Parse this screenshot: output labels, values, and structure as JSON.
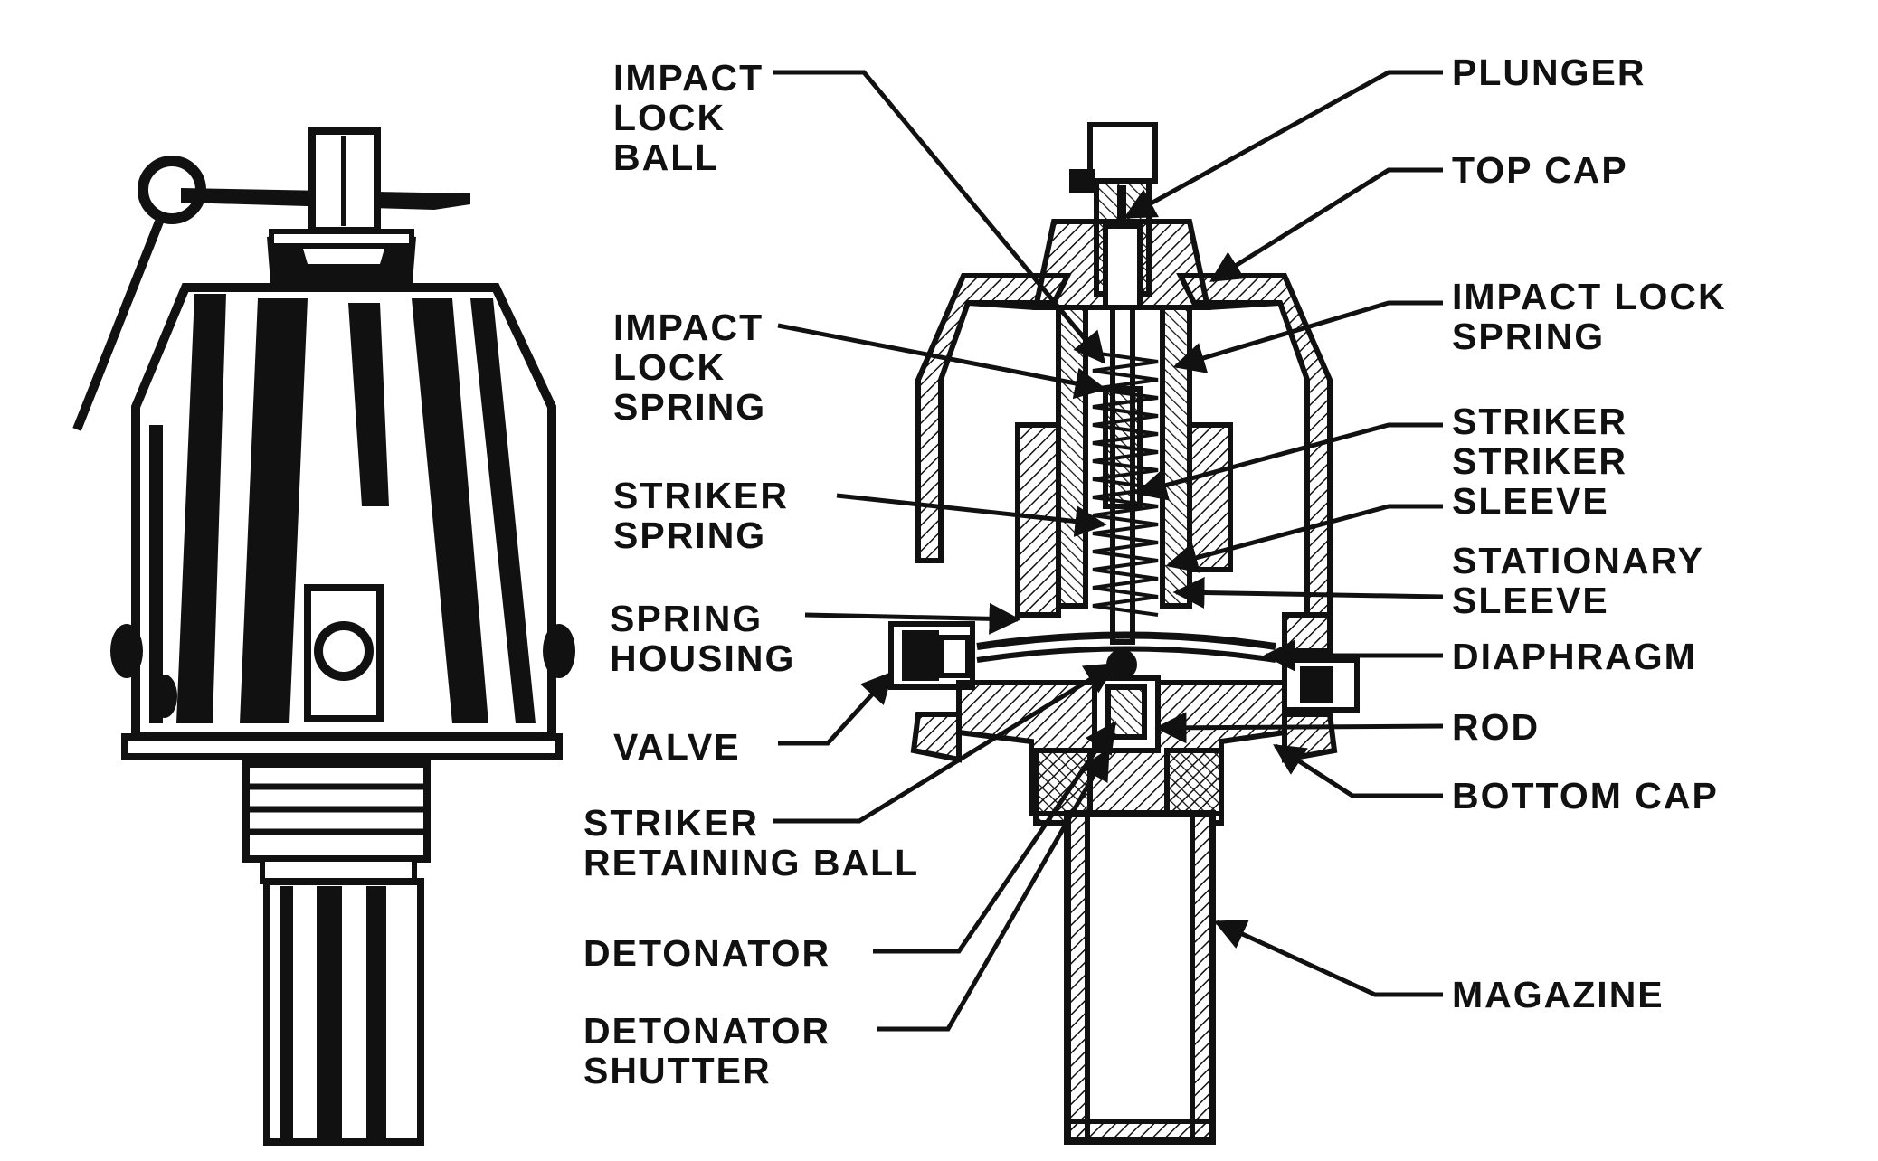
{
  "labels": {
    "impact_lock_ball": [
      "IMPACT",
      "LOCK",
      "BALL"
    ],
    "impact_lock_spring_left": [
      "IMPACT",
      "LOCK",
      "SPRING"
    ],
    "striker_spring": [
      "STRIKER",
      "SPRING"
    ],
    "spring_housing": [
      "SPRING",
      "HOUSING"
    ],
    "valve": [
      "VALVE"
    ],
    "striker_retaining_ball": [
      "STRIKER",
      "RETAINING  BALL"
    ],
    "detonator": [
      "DETONATOR"
    ],
    "detonator_shutter": [
      "DETONATOR",
      "SHUTTER"
    ],
    "plunger": [
      "PLUNGER"
    ],
    "top_cap": [
      "TOP  CAP"
    ],
    "impact_lock_spring_right": [
      "IMPACT LOCK",
      "SPRING"
    ],
    "striker_striker_sleeve": [
      "STRIKER",
      "STRIKER",
      "SLEEVE"
    ],
    "stationary_sleeve": [
      "STATIONARY",
      "SLEEVE"
    ],
    "diaphragm": [
      "DIAPHRAGM"
    ],
    "rod": [
      "ROD"
    ],
    "bottom_cap": [
      "BOTTOM CAP"
    ],
    "magazine": [
      "MAGAZINE"
    ]
  },
  "colors": {
    "ink": "#111111",
    "paper": "#ffffff"
  }
}
